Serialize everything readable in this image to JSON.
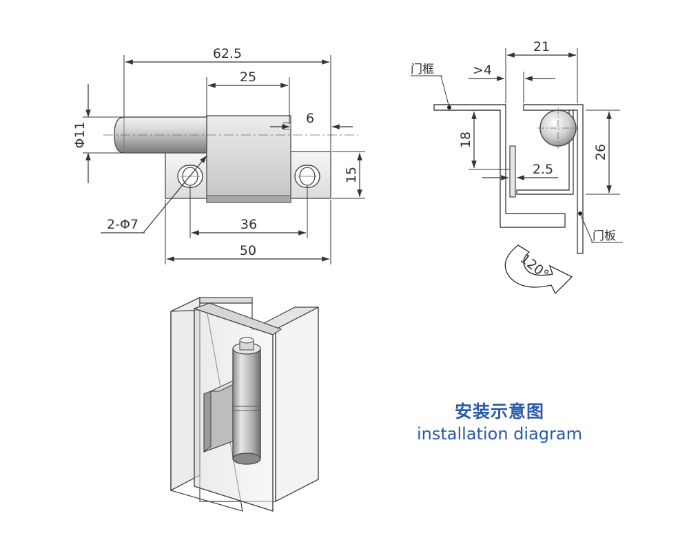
{
  "front_view": {
    "dim_overall": "62.5",
    "dim_pin_body": "25",
    "dim_pin_dia": "Φ11",
    "dim_tip": "6",
    "dim_height": "15",
    "dim_holes": "2-Φ7",
    "dim_hole_spacing": "36",
    "dim_plate": "50"
  },
  "side_view": {
    "dim_width": "21",
    "dim_gap": ">4",
    "dim_depth": "18",
    "dim_thickness": "2.5",
    "dim_height": "26",
    "label_frame": "门框",
    "label_door": "门板",
    "rotation": "120°"
  },
  "caption": {
    "zh": "安装示意图",
    "en": "installation diagram"
  },
  "colors": {
    "caption": "#2a5aa8",
    "line": "#333333"
  }
}
